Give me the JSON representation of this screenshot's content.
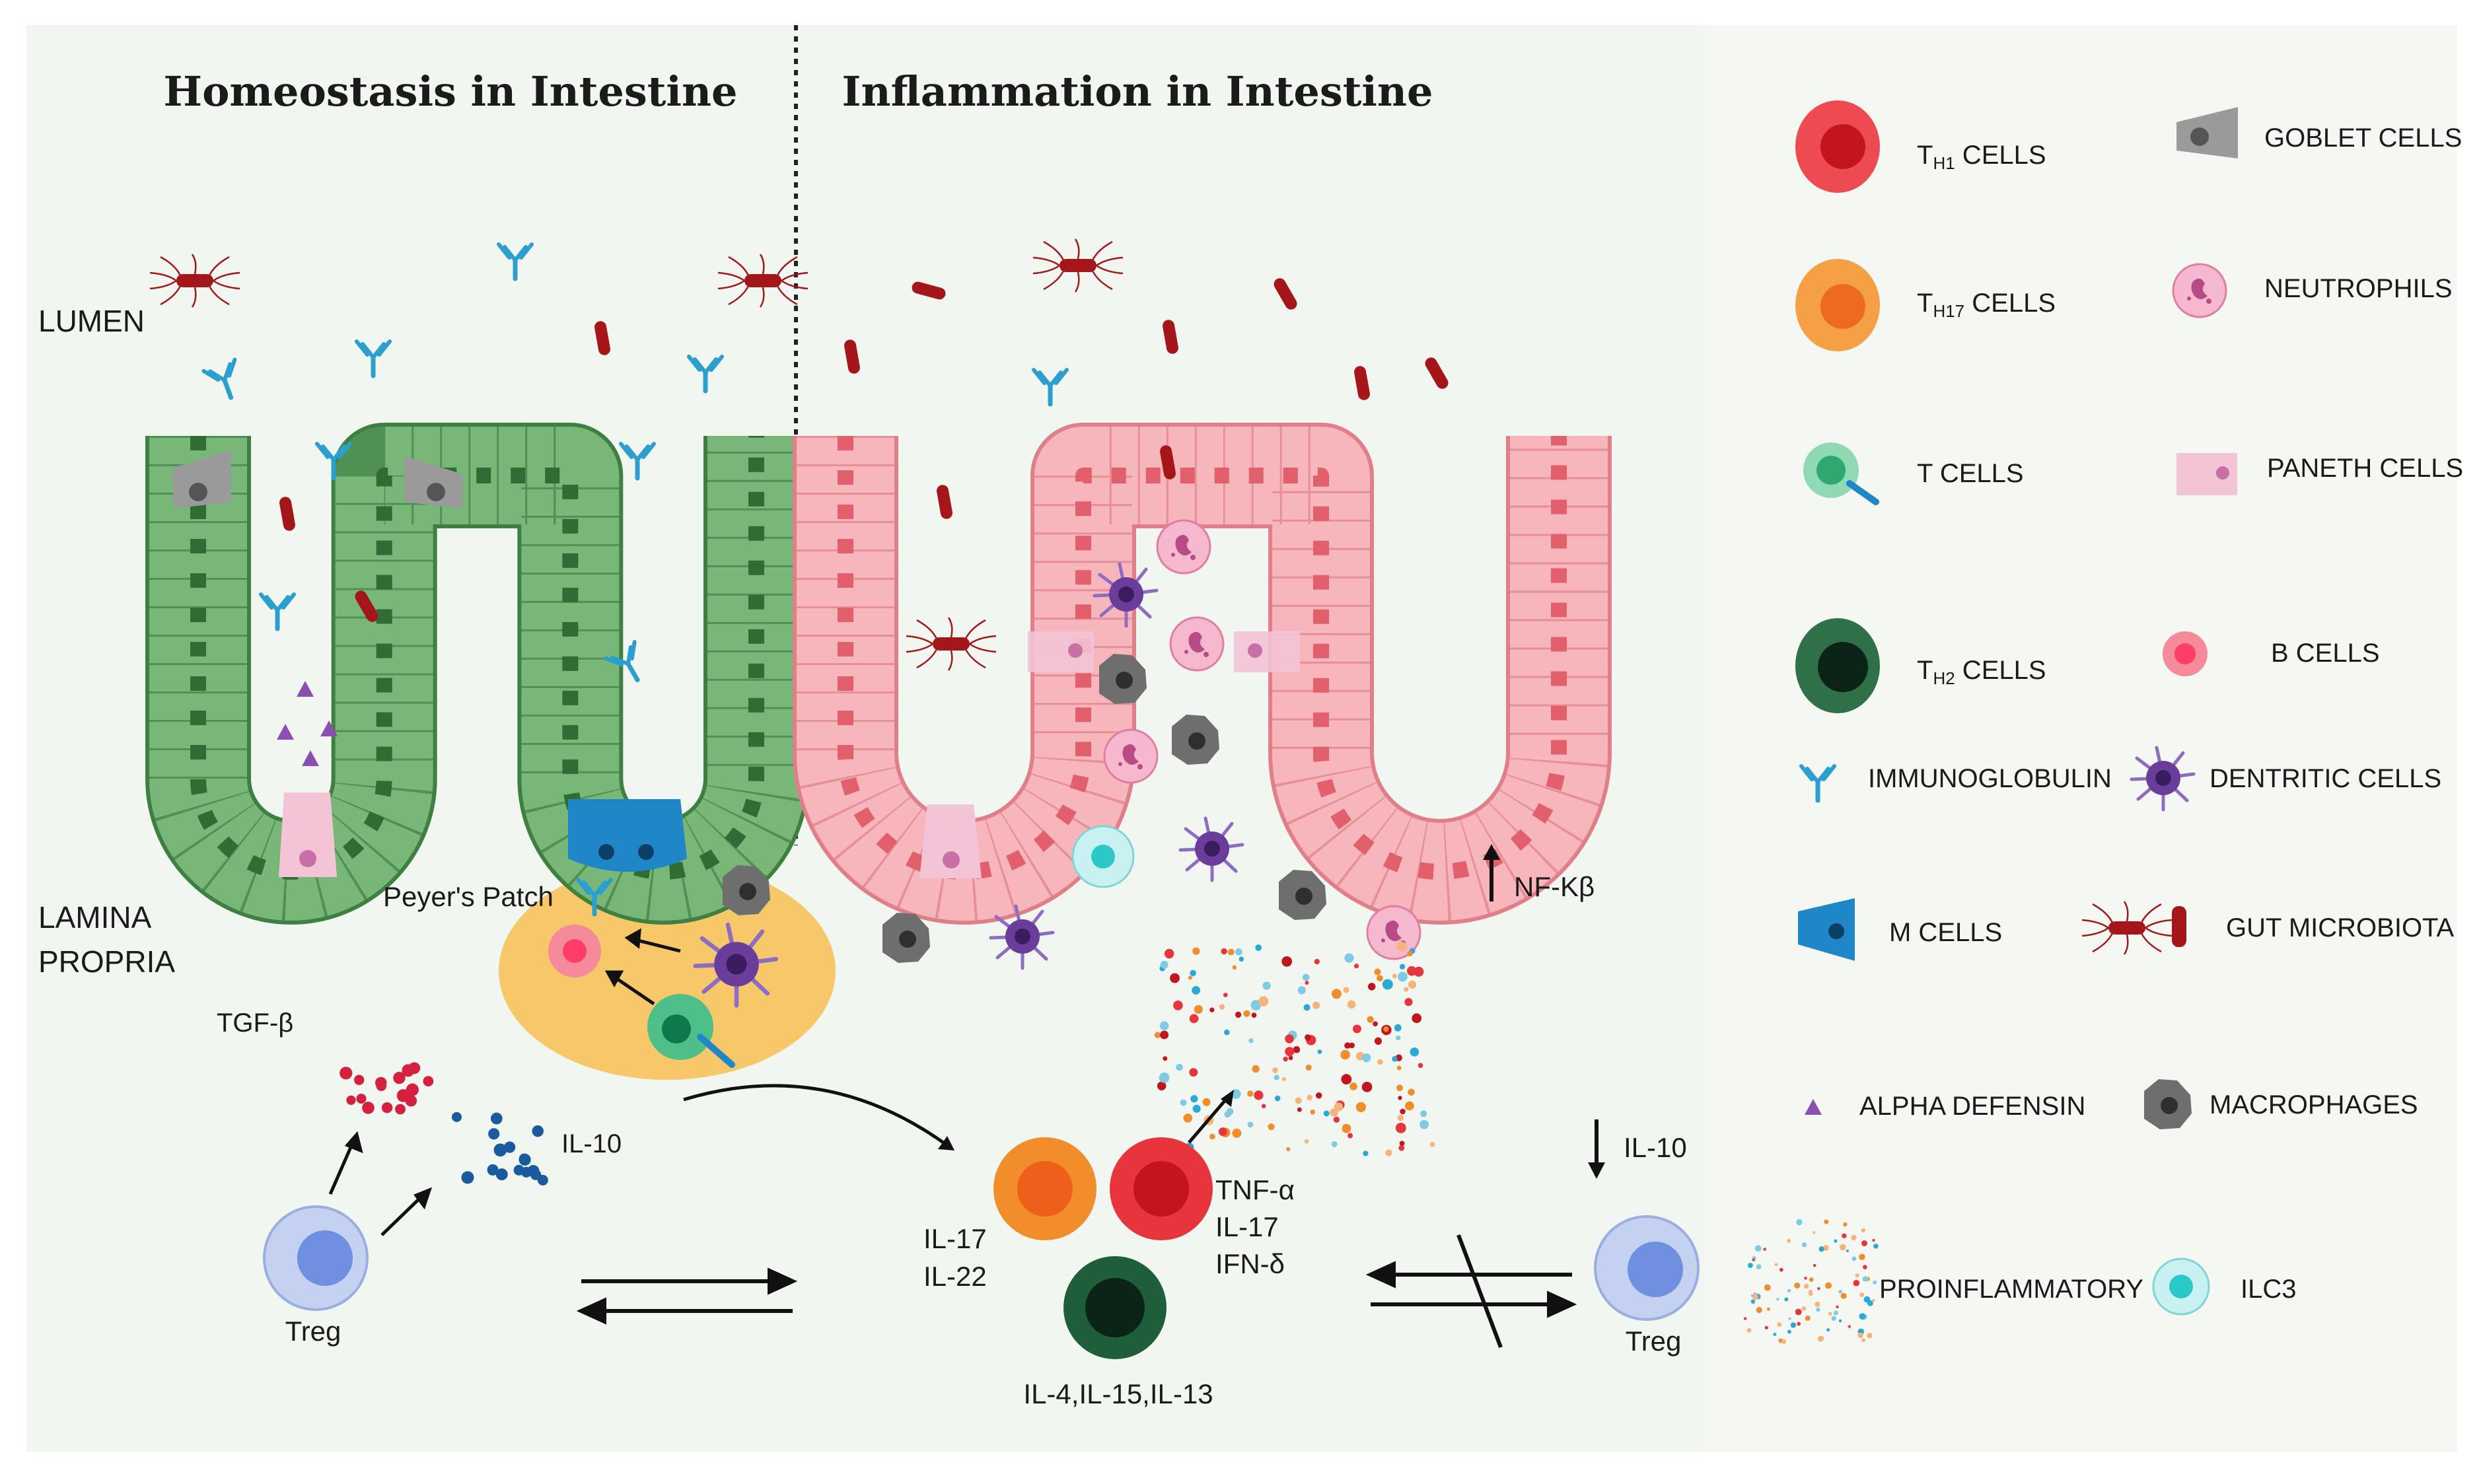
{
  "titles": {
    "homeostasis": "Homeostasis in Intestine",
    "inflammation": "Inflammation in Intestine"
  },
  "regions": {
    "lumen": "LUMEN",
    "lamina_line1": "LAMINA",
    "lamina_line2": "PROPRIA",
    "peyers_patch": "Peyer's Patch"
  },
  "labels": {
    "tgf": "TGF-β",
    "il10_left": "IL-10",
    "treg_left": "Treg",
    "treg_right": "Treg",
    "il17_il22_line1": "IL-17",
    "il17_il22_line2": "IL-22",
    "tnf_line1": "TNF-α",
    "tnf_line2": "IL-17",
    "tnf_line3": "IFN-δ",
    "th2_cytokines": "IL-4,IL-15,IL-13",
    "nfkb": "NF-Kβ",
    "il10_down": "IL-10"
  },
  "legend": {
    "th1": {
      "prefix": "T",
      "sub": "H1",
      "suffix": " CELLS"
    },
    "th17": {
      "prefix": "T",
      "sub": "H17",
      "suffix": " CELLS"
    },
    "tcells": "T CELLS",
    "th2": {
      "prefix": "T",
      "sub": "H2",
      "suffix": " CELLS"
    },
    "immunoglobulin": "IMMUNOGLOBULIN",
    "mcells": "M CELLS",
    "alpha_defensin": "ALPHA DEFENSIN",
    "proinflammatory": "PROINFLAMMATORY",
    "goblet": "GOBLET CELLS",
    "neutrophils": "NEUTROPHILS",
    "paneth": "PANETH CELLS",
    "bcells": "B CELLS",
    "dendritic": "DENTRITIC CELLS",
    "microbiota": "GUT MICROBIOTA",
    "macrophages": "MACROPHAGES",
    "ilc3": "ILC3"
  },
  "colors": {
    "background": "#f2f6f0",
    "green_epithelium": "#5a9e5c",
    "pink_epithelium": "#f4a1a8",
    "peyers_patch": "#f7c86a",
    "th1": "#e8353d",
    "th17": "#f28d2b",
    "th2": "#1f5e3a",
    "tcell": "#4fbf8a",
    "treg": "#6f8fe0",
    "immunoglobulin": "#2a9fd0",
    "microbiota": "#a4161a",
    "macrophage": "#6e6e6e",
    "dendritic": "#6a3d9a",
    "neutrophil": "#f5b8cf",
    "bcell": "#f58a9a",
    "ilc3": "#2cc7c7",
    "mcell": "#1f86c7",
    "goblet": "#9a9a9a",
    "paneth": "#f2c4d6",
    "defensin": "#8a4fb0"
  }
}
